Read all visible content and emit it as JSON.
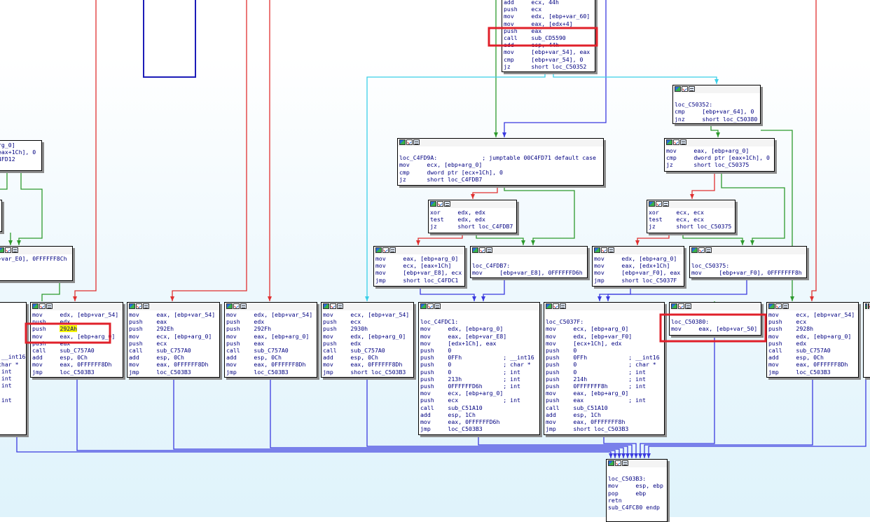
{
  "colors": {
    "edge_true": "#2d9a2d",
    "edge_false": "#e03030",
    "edge_uncond": "#3a3adf",
    "edge_jump": "#3acfe8",
    "node_text": "#000080",
    "highlight_box": "#e0202a",
    "highlight_text": "#f6f600"
  },
  "icons": [
    "graph-color-icon",
    "rename-pencil-icon",
    "collapse-group-icon"
  ],
  "nodes": {
    "top_block": [
      "add     ecx, 44h",
      "push    ecx",
      "mov     edx, [ebp+var_60]",
      "mov     eax, [edx+4]",
      "push    eax",
      "call    sub_CD5590",
      "add     esp, 44h",
      "mov     [ebp+var_54], eax",
      "cmp     [ebp+var_54], 0",
      "jz      short loc_C50352"
    ],
    "loc_C50352": [
      "",
      "loc_C50352:",
      "cmp     [ebp+var_64], 0",
      "jnz     short loc_C50380"
    ],
    "left_small": [
      "rg_0]",
      "eax+1Ch], 0",
      "4FD12"
    ],
    "loc_C4FD9A": [
      "",
      "loc_C4FD9A:             ; jumptable 00C4FD71 default case",
      "mov     ecx, [ebp+arg_0]",
      "cmp     dword ptr [ecx+1Ch], 0",
      "jz      short loc_C4FDB7"
    ],
    "cmp_C50375": [
      "mov     eax, [ebp+arg_0]",
      "cmp     dword ptr [eax+1Ch], 0",
      "jz      short loc_C50375"
    ],
    "xor_edx": [
      "xor     edx, edx",
      "test    edx, edx",
      "jz      short loc_C4FDB7"
    ],
    "xor_ecx": [
      "xor     ecx, ecx",
      "test    ecx, ecx",
      "jz      short loc_C50375"
    ],
    "left_mid": [
      "+var_E0], 0FFFFFF8Ch"
    ],
    "mov_C4FDC1": [
      "mov     eax, [ebp+arg_0]",
      "mov     ecx, [eax+1Ch]",
      "mov     [ebp+var_E8], ecx",
      "jmp     short loc_C4FDC1"
    ],
    "loc_C4FDB7": [
      "",
      "loc_C4FDB7:",
      "mov     [ebp+var_E8], 0FFFFFFD6h"
    ],
    "mov_C5037F": [
      "mov     edx, [ebp+arg_0]",
      "mov     eax, [edx+1Ch]",
      "mov     [ebp+var_F0], eax",
      "jmp     short loc_C5037F"
    ],
    "loc_C50375": [
      "",
      "loc_C50375:",
      "mov     [ebp+var_F0], 0FFFFFFF8h"
    ],
    "left_bottom": [
      "",
      "",
      "",
      "",
      "",
      "",
      "",
      " __int16",
      "char *",
      " int",
      " int",
      " int",
      "",
      " int"
    ],
    "block_292Ah": [
      "mov     edx, [ebp+var_54]",
      "push    edx",
      "push    292Ah",
      "mov     eax, [ebp+arg_0]",
      "push    eax",
      "call    sub_C757A0",
      "add     esp, 0Ch",
      "mov     eax, 0FFFFFF8Dh",
      "jmp     loc_C503B3"
    ],
    "block_292Eh": [
      "mov     eax, [ebp+var_54]",
      "push    eax",
      "push    292Eh",
      "mov     ecx, [ebp+arg_0]",
      "push    ecx",
      "call    sub_C757A0",
      "add     esp, 0Ch",
      "mov     eax, 0FFFFFF8Dh",
      "jmp     loc_C503B3"
    ],
    "block_292Fh": [
      "mov     edx, [ebp+var_54]",
      "push    edx",
      "push    292Fh",
      "mov     eax, [ebp+arg_0]",
      "push    eax",
      "call    sub_C757A0",
      "add     esp, 0Ch",
      "mov     eax, 0FFFFFF8Dh",
      "jmp     loc_C503B3"
    ],
    "block_2930h": [
      "mov     ecx, [ebp+var_54]",
      "push    ecx",
      "push    2930h",
      "mov     edx, [ebp+arg_0]",
      "push    edx",
      "call    sub_C757A0",
      "add     esp, 0Ch",
      "mov     eax, 0FFFFFF8Dh",
      "jmp     short loc_C503B3"
    ],
    "loc_C4FDC1": [
      "",
      "loc_C4FDC1:",
      "mov     edx, [ebp+arg_0]",
      "mov     eax, [ebp+var_E8]",
      "mov     [edx+1Ch], eax",
      "push    0",
      "push    0FFh            ; __int16",
      "push    0               ; char *",
      "push    0               ; int",
      "push    213h            ; int",
      "push    0FFFFFFD6h      ; int",
      "mov     ecx, [ebp+arg_0]",
      "push    ecx             ; int",
      "call    sub_C51A10",
      "add     esp, 1Ch",
      "mov     eax, 0FFFFFFD6h",
      "jmp     loc_C503B3"
    ],
    "loc_C5037F": [
      "",
      "loc_C5037F:",
      "mov     ecx, [ebp+arg_0]",
      "mov     edx, [ebp+var_F0]",
      "mov     [ecx+1Ch], edx",
      "push    0",
      "push    0FFh            ; __int16",
      "push    0               ; char *",
      "push    0               ; int",
      "push    214h            ; int",
      "push    0FFFFFFF8h      ; int",
      "mov     eax, [ebp+arg_0]",
      "push    eax             ; int",
      "call    sub_C51A10",
      "add     esp, 1Ch",
      "mov     eax, 0FFFFFFF8h",
      "jmp     short loc_C503B3"
    ],
    "loc_C50380": [
      "",
      "loc_C50380:",
      "mov     eax, [ebp+var_50]"
    ],
    "block_2928h": [
      "mov     ecx, [ebp+var_54]",
      "push    ecx",
      "push    2928h",
      "mov     edx, [ebp+arg_0]",
      "push    edx",
      "call    sub_C757A0",
      "add     esp, 0Ch",
      "mov     eax, 0FFFFFF8Dh",
      "jmp     loc_C503B3"
    ],
    "loc_C503B3": [
      "",
      "loc_C503B3:",
      "mov     esp, ebp",
      "pop     ebp",
      "retn",
      "sub_C4FC80 endp"
    ]
  }
}
